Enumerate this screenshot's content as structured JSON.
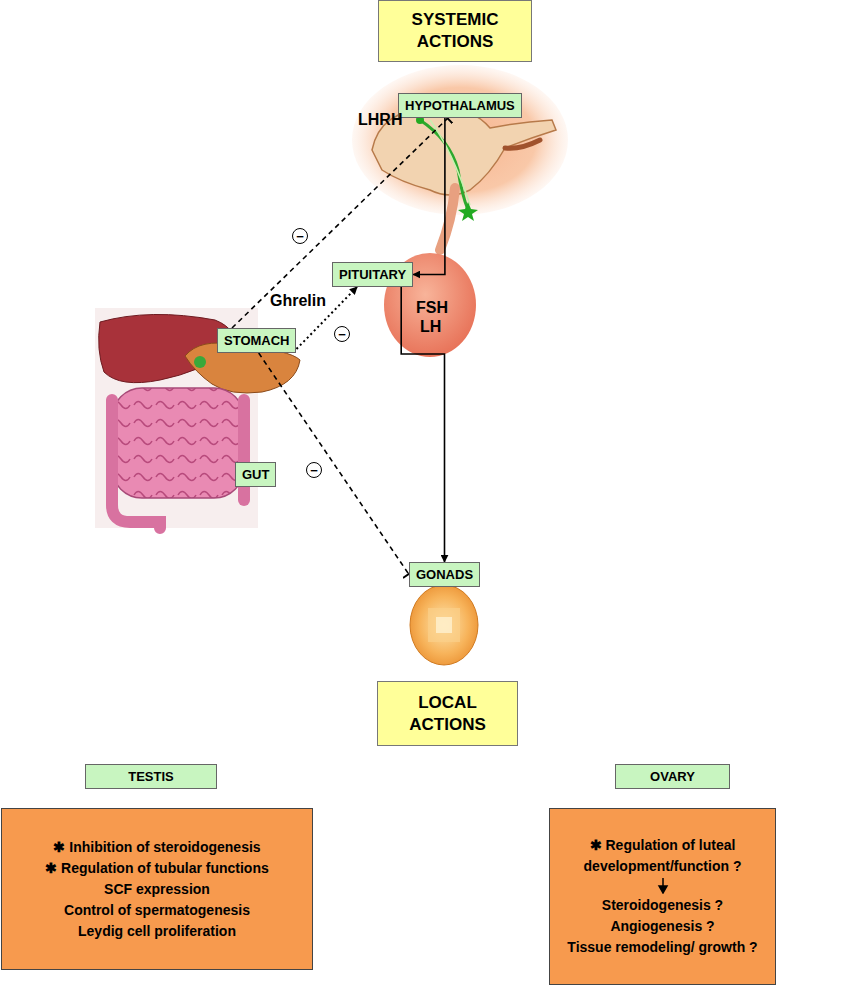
{
  "diagram": {
    "nodes": [
      {
        "text": [
          "SYSTEMIC ACTIONS"
        ]
      },
      {
        "text": [
          "HYPOTHALAMUS"
        ]
      },
      {
        "text": [
          "PITUITARY"
        ]
      },
      {
        "text": [
          "STOMACH"
        ]
      },
      {
        "text": [
          "GUT"
        ]
      },
      {
        "text": [
          "GONADS"
        ]
      },
      {
        "text": [
          "LOCAL ACTIONS"
        ]
      },
      {
        "text": [
          "TESTIS"
        ]
      },
      {
        "text": [
          "✱ Inhibition of steroidogenesis",
          "✱ Regulation of tubular functions",
          "SCF expression",
          "Control of spermatogenesis",
          "Leydig cell proliferation"
        ]
      },
      {
        "text": [
          "OVARY"
        ]
      },
      {
        "text": [
          "✱ Regulation of luteal development/function ?",
          "Steroidogenesis ?",
          "Angiogenesis ?",
          "Tissue remodeling/ growth ?"
        ]
      }
    ],
    "edges": [
      {
        "from": 1,
        "to": 2,
        "arrow": "to"
      },
      {
        "from": 2,
        "to": 5,
        "arrow": "to"
      },
      {
        "from": 3,
        "to": 1,
        "arrow": "to"
      },
      {
        "from": 3,
        "to": 2,
        "arrow": "to"
      },
      {
        "from": 3,
        "to": 5,
        "arrow": "to"
      }
    ],
    "labels": [
      "LHRH",
      "Ghrelin",
      "FSH",
      "LH",
      "−",
      "−",
      "−"
    ]
  }
}
